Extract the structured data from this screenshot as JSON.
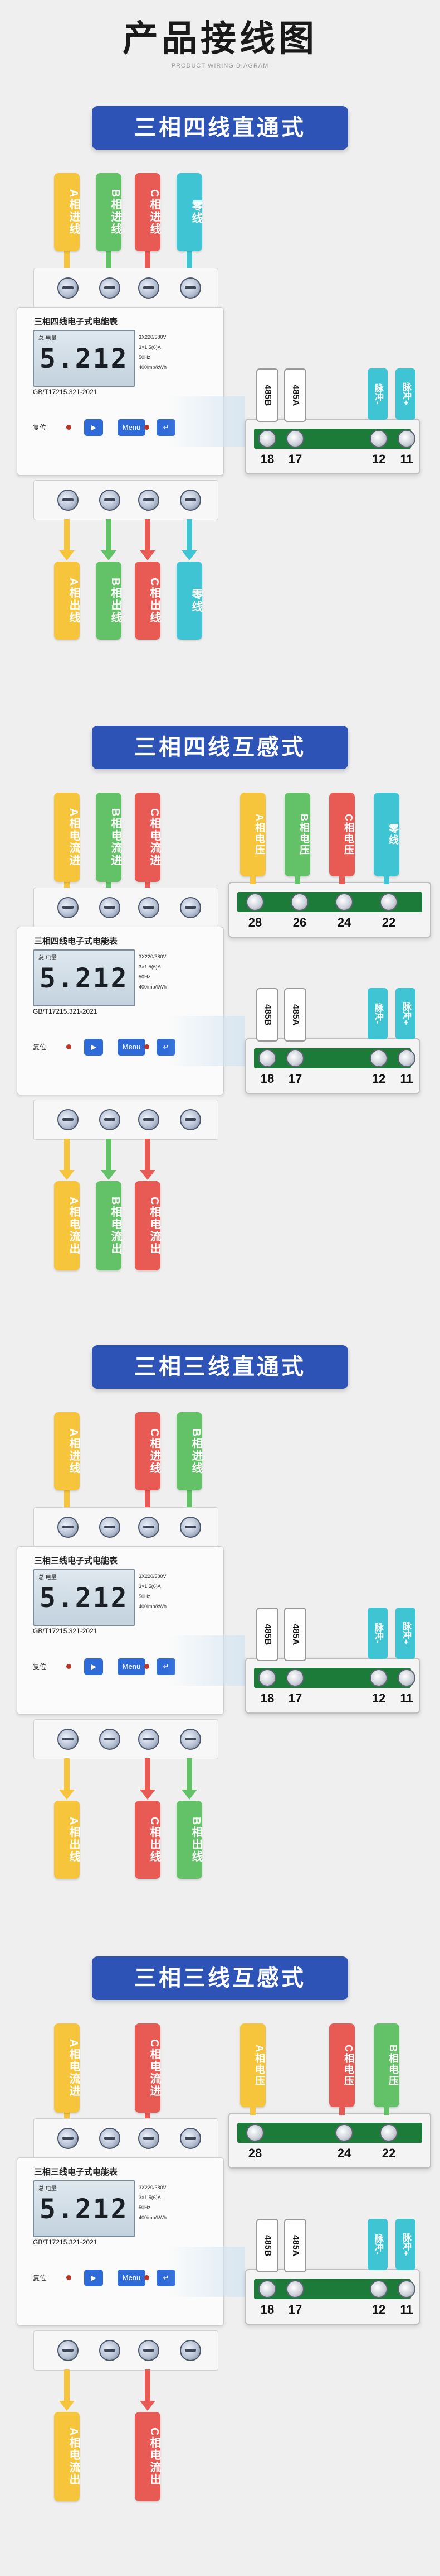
{
  "header": {
    "title": "产品接线图",
    "subtitle": "PRODUCT WIRING DIAGRAM"
  },
  "meter": {
    "lcd_value": "5.212",
    "lcd_small": "总 电量",
    "spec_lines": [
      "3X220/380V",
      "3×1.5(6)A",
      "50Hz",
      "400imp/kWh"
    ],
    "standard": "GB/T17215.321-2021",
    "buttons": {
      "left": "▶",
      "menu": "Menu",
      "right": "↵",
      "label": "复位"
    }
  },
  "sections": [
    {
      "title": "三相四线直通式",
      "meter_name": "三相四线电子式电能表",
      "in_tags": [
        "A相进线",
        "B相进线",
        "C相进线",
        "零线"
      ],
      "out_tags": [
        "A相出线",
        "B相出线",
        "C相出线",
        "零线"
      ],
      "ports": {
        "labels": [
          "485B",
          "485A",
          "脉冲-",
          "脉冲+"
        ],
        "numbers": [
          "18",
          "17",
          "12",
          "11"
        ]
      }
    },
    {
      "title": "三相四线互感式",
      "meter_name": "三相四线电子式电能表",
      "in_tags": [
        "A相电流进",
        "B相电流进",
        "C相电流进"
      ],
      "out_tags": [
        "A相电流出",
        "B相电流出",
        "C相电流出"
      ],
      "volt_tags": [
        "A相电压",
        "B相电压",
        "C相电压",
        "零线"
      ],
      "volt_numbers": [
        "28",
        "26",
        "24",
        "22"
      ],
      "ports": {
        "labels": [
          "485B",
          "485A",
          "脉冲-",
          "脉冲+"
        ],
        "numbers": [
          "18",
          "17",
          "12",
          "11"
        ]
      }
    },
    {
      "title": "三相三线直通式",
      "meter_name": "三相三线电子式电能表",
      "in_tags": [
        "A相进线",
        "C相进线",
        "B相进线"
      ],
      "out_tags": [
        "A相出线",
        "C相出线",
        "B相出线"
      ],
      "ports": {
        "labels": [
          "485B",
          "485A",
          "脉冲-",
          "脉冲+"
        ],
        "numbers": [
          "18",
          "17",
          "12",
          "11"
        ]
      }
    },
    {
      "title": "三相三线互感式",
      "meter_name": "三相三线电子式电能表",
      "in_tags": [
        "A相电流进",
        "C相电流进"
      ],
      "out_tags": [
        "A相电流出",
        "C相电流出"
      ],
      "volt_tags": [
        "A相电压",
        "C相电压",
        "B相电压"
      ],
      "volt_numbers": [
        "28",
        "24",
        "22"
      ],
      "ports": {
        "labels": [
          "485B",
          "485A",
          "脉冲-",
          "脉冲+"
        ],
        "numbers": [
          "18",
          "17",
          "12",
          "11"
        ]
      }
    }
  ],
  "colors": {
    "A": "#f6c53b",
    "B": "#63c168",
    "C": "#e85b55",
    "N": "#3fc4d4",
    "banner": "#2d53b7",
    "port_tag": "#3fc4d4"
  }
}
